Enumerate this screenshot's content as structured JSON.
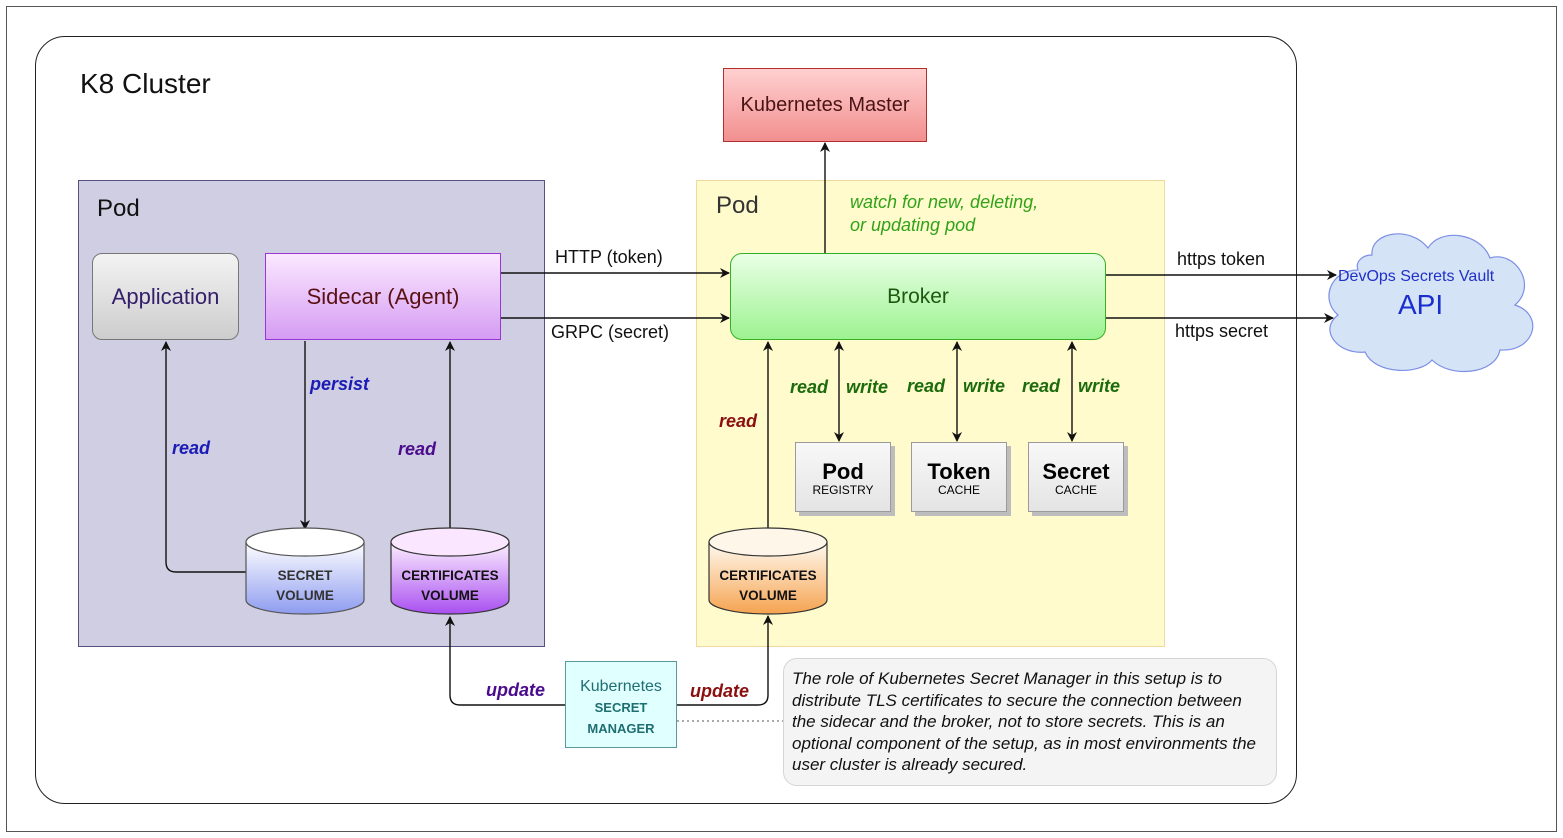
{
  "cluster_title": "K8 Cluster",
  "master": "Kubernetes Master",
  "left_pod": {
    "title": "Pod",
    "application": "Application",
    "sidecar": "Sidecar (Agent)",
    "persist": "persist",
    "read_app": "read",
    "read_sidecar": "read",
    "secret_volume": [
      "SECRET",
      "VOLUME"
    ],
    "cert_volume": [
      "CERTIFICATES",
      "VOLUME"
    ]
  },
  "right_pod": {
    "title": "Pod",
    "watch": [
      "watch for new, deleting,",
      "or updating pod"
    ],
    "broker": "Broker",
    "read_certs": "read",
    "cert_volume": [
      "CERTIFICATES",
      "VOLUME"
    ],
    "caches": [
      {
        "name": "Pod",
        "sub": "REGISTRY",
        "read": "read",
        "write": "write"
      },
      {
        "name": "Token",
        "sub": "CACHE",
        "read": "read",
        "write": "write"
      },
      {
        "name": "Secret",
        "sub": "CACHE",
        "read": "read",
        "write": "write"
      }
    ]
  },
  "links": {
    "http": "HTTP  (token)",
    "grpc": "GRPC (secret)",
    "https_token": "https token",
    "https_secret": "https secret",
    "update_left": "update",
    "update_right": "update"
  },
  "vault": {
    "title": "DevOps Secrets Vault",
    "api": "API"
  },
  "secret_manager": [
    "Kubernetes",
    "SECRET",
    "MANAGER"
  ],
  "note": "The role of Kubernetes Secret Manager in this setup is to distribute TLS certificates to secure the connection between the sidecar and the broker, not to store secrets. This is an optional component of the setup, as in most environments the user cluster is already secured.",
  "colors": {
    "blue_label": "#1b1bb5",
    "purple_label": "#4b0b8c",
    "red_label": "#8b0f0f",
    "green_label": "#1c6b0c",
    "watch_green": "#31a21a"
  }
}
